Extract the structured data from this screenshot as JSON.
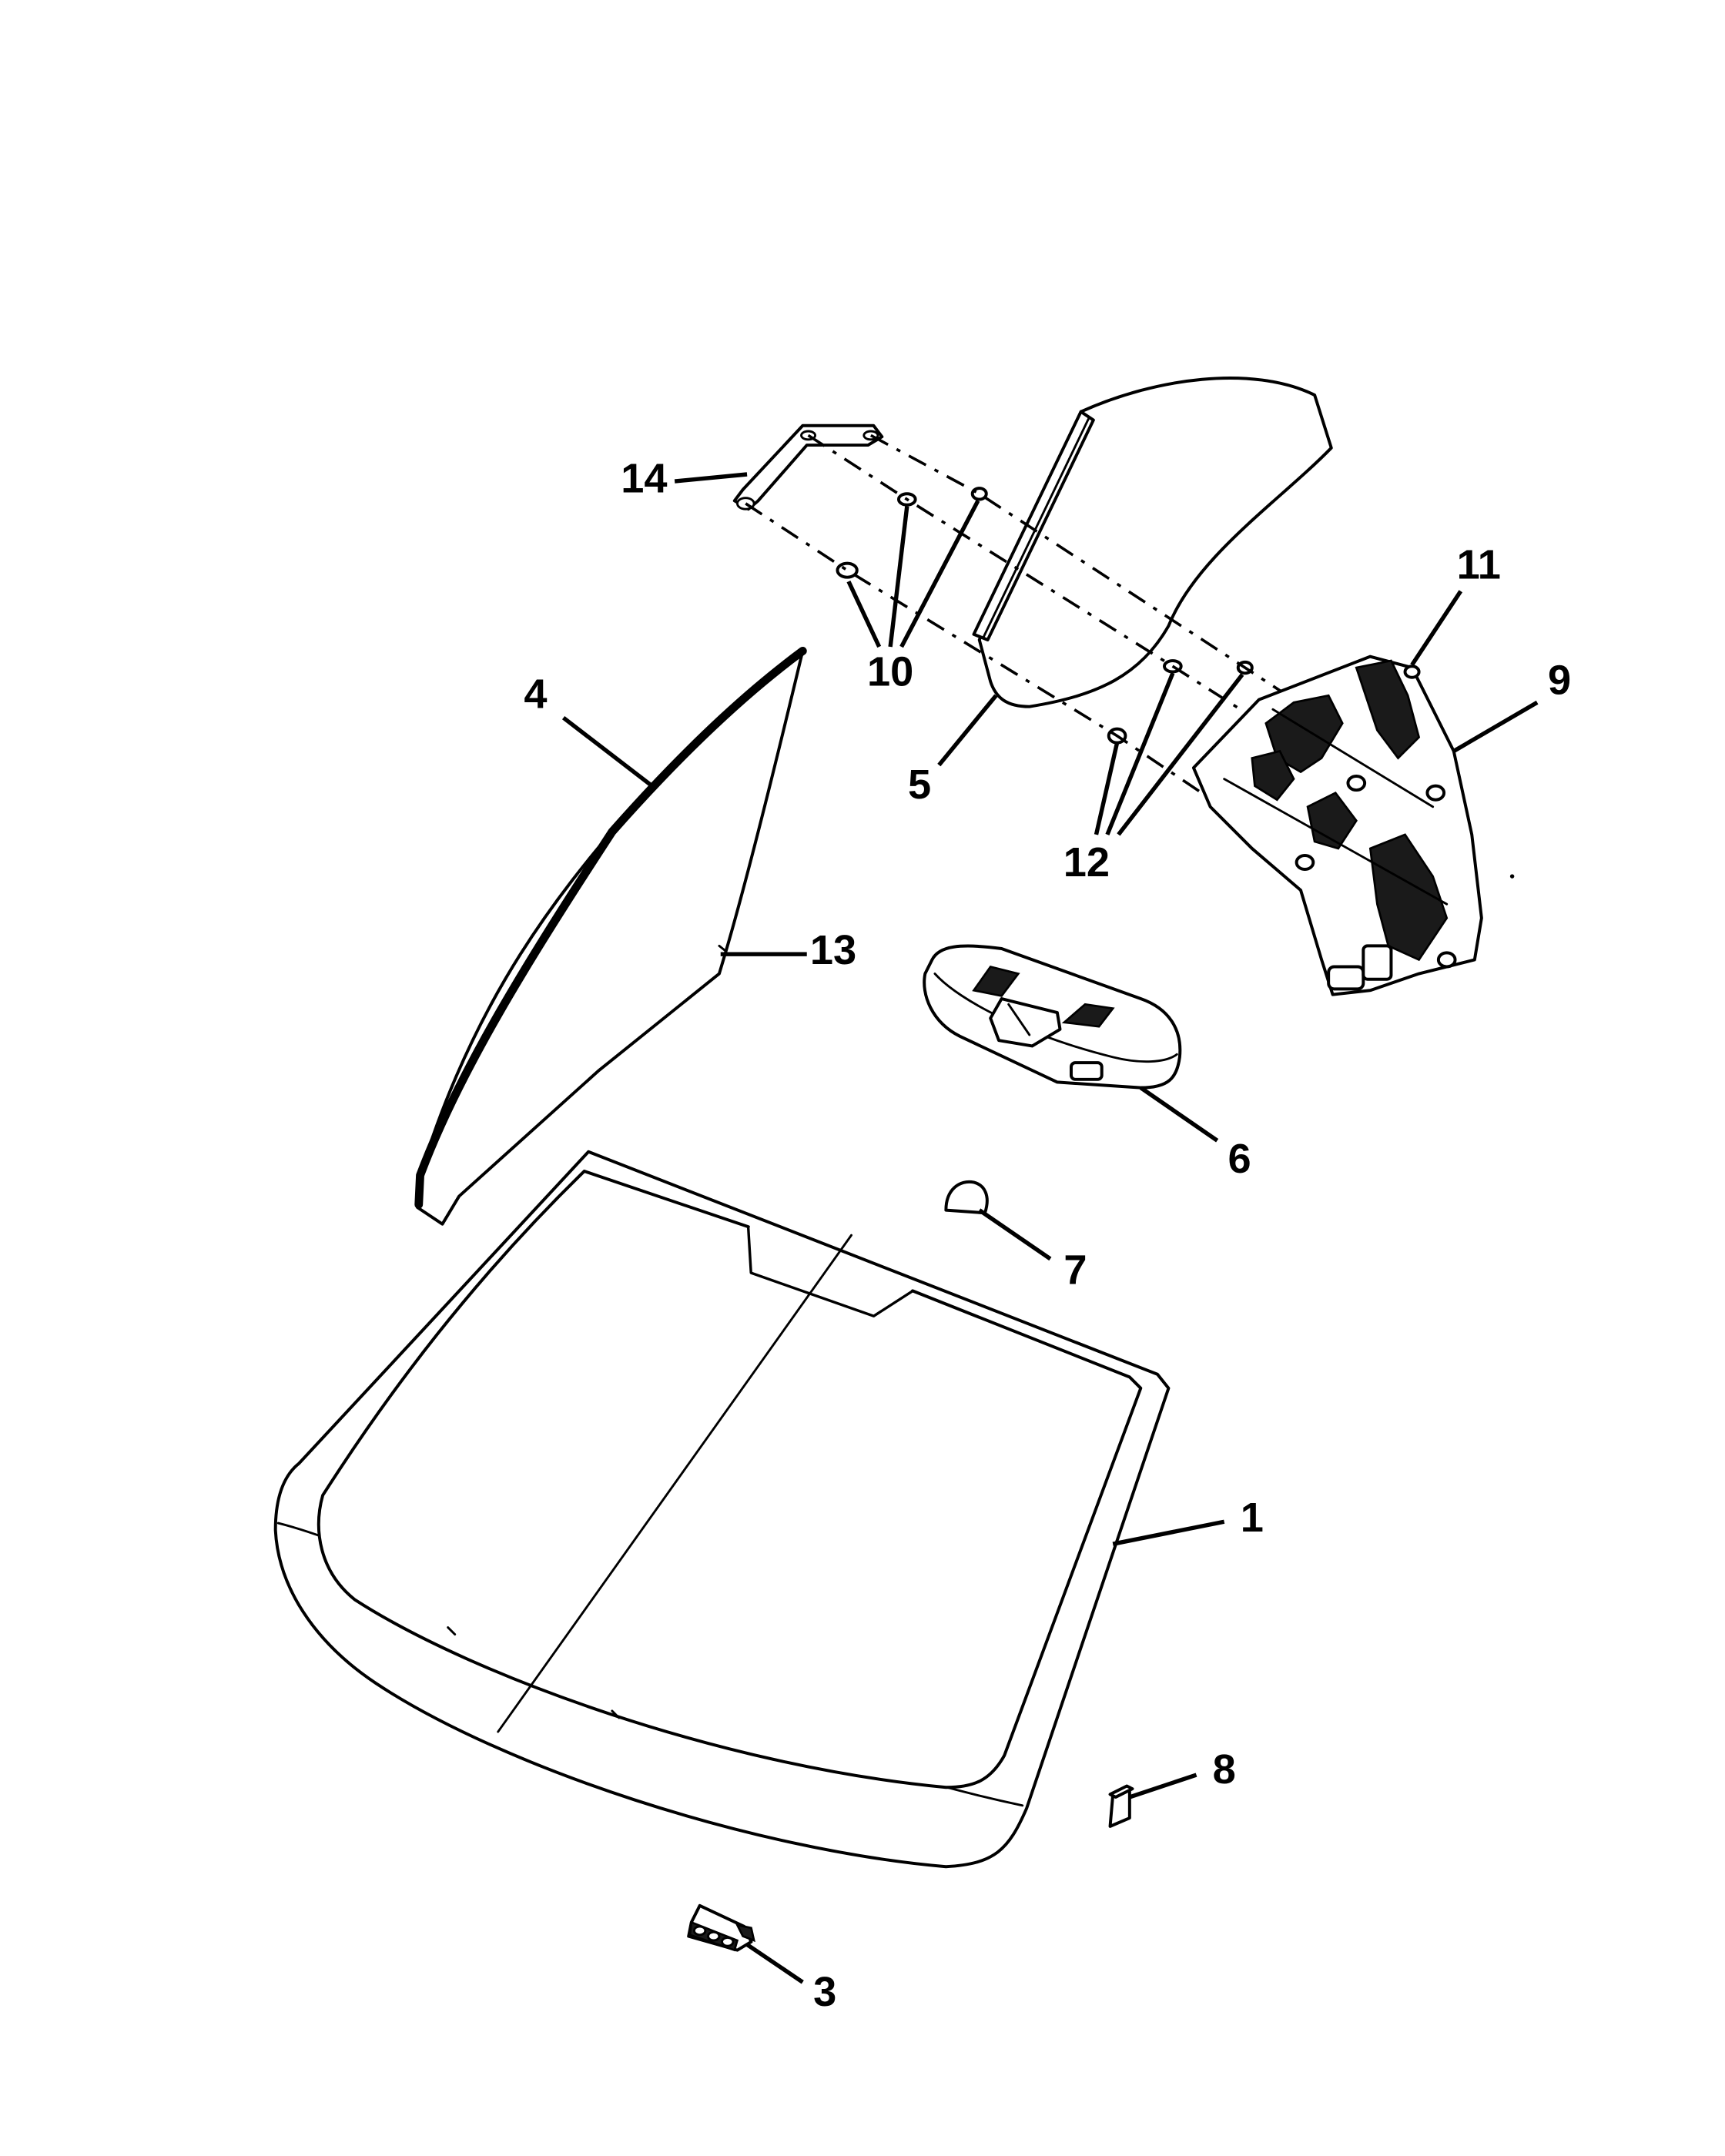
{
  "callouts": {
    "c1": "1",
    "c3": "3",
    "c4": "4",
    "c5": "5",
    "c6": "6",
    "c7": "7",
    "c8": "8",
    "c9": "9",
    "c10": "10",
    "c11": "11",
    "c12": "12",
    "c13": "13",
    "c14": "14"
  }
}
